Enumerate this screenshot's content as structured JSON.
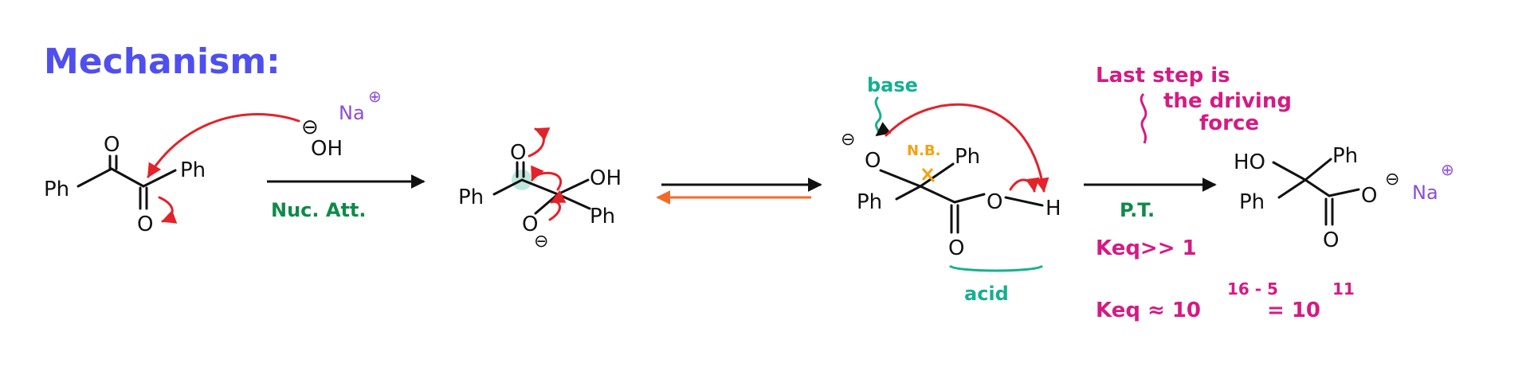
{
  "title": "Mechanism:",
  "reactant": {
    "ph_left": "Ph",
    "ph_right": "Ph",
    "o_top": "O",
    "o_bottom": "O"
  },
  "hydroxide": {
    "oh": "OH",
    "minus": "⊖",
    "na": "Na",
    "plus": "⊕"
  },
  "step1": {
    "label": "Nuc. Att."
  },
  "intermediate": {
    "o_top": "O",
    "oh": "OH",
    "ph_left": "Ph",
    "ph_right": "Ph",
    "o_bottom": "O",
    "minus": "⊖"
  },
  "intermediate2": {
    "base_label": "base",
    "o_left": "O",
    "minus": "⊖",
    "nb": "N.B.",
    "ph_top": "Ph",
    "ph_left": "Ph",
    "o_mid": "O",
    "h": "H",
    "o_bottom": "O",
    "acid_label": "acid"
  },
  "step3": {
    "label": "P.T."
  },
  "driving_force": {
    "line1": "Last step is",
    "line2": "the driving",
    "line3": "force"
  },
  "keq1": {
    "text": "Keq>> 1"
  },
  "keq2": {
    "prefix": "Keq ≈ 10",
    "exp1": "16 - 5",
    "mid": " = 10",
    "exp2": "11"
  },
  "product": {
    "ho": "HO",
    "ph_top": "Ph",
    "ph_left": "Ph",
    "o_right": "O",
    "minus": "⊖",
    "o_bottom": "O",
    "na": "Na",
    "plus": "⊕"
  },
  "colors": {
    "title": "#4f4ff0",
    "green": "#0f8a4a",
    "teal": "#16b08f",
    "magenta": "#d41b83",
    "red": "#e3222a",
    "orange": "#f5a20f",
    "purple": "#8a4fd6",
    "reverse_arrow": "#f26a2a"
  }
}
